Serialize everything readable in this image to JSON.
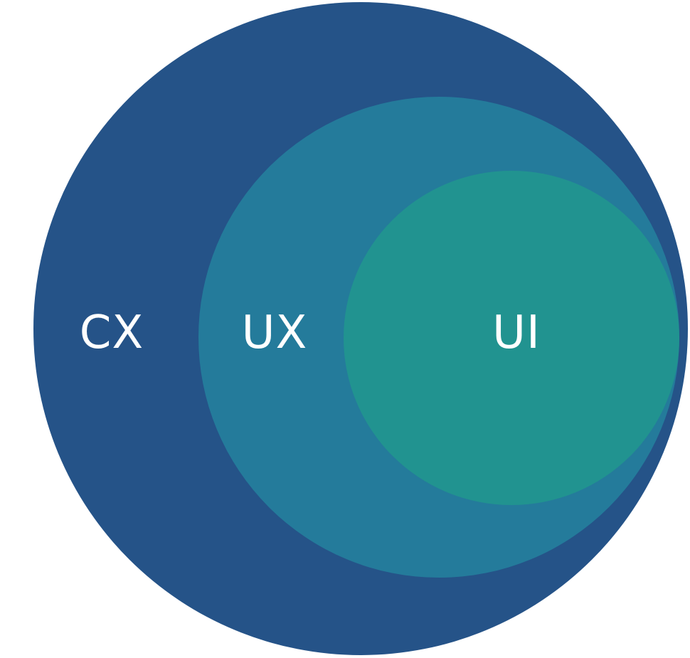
{
  "diagram": {
    "colors": {
      "background": "#ffffff",
      "outer": "#255388",
      "middle": "#247b9b",
      "inner": "#219390",
      "label": "#ffffff"
    },
    "circles": [
      {
        "id": "cx",
        "label": "CX"
      },
      {
        "id": "ux",
        "label": "UX"
      },
      {
        "id": "ui",
        "label": "UI"
      }
    ]
  }
}
